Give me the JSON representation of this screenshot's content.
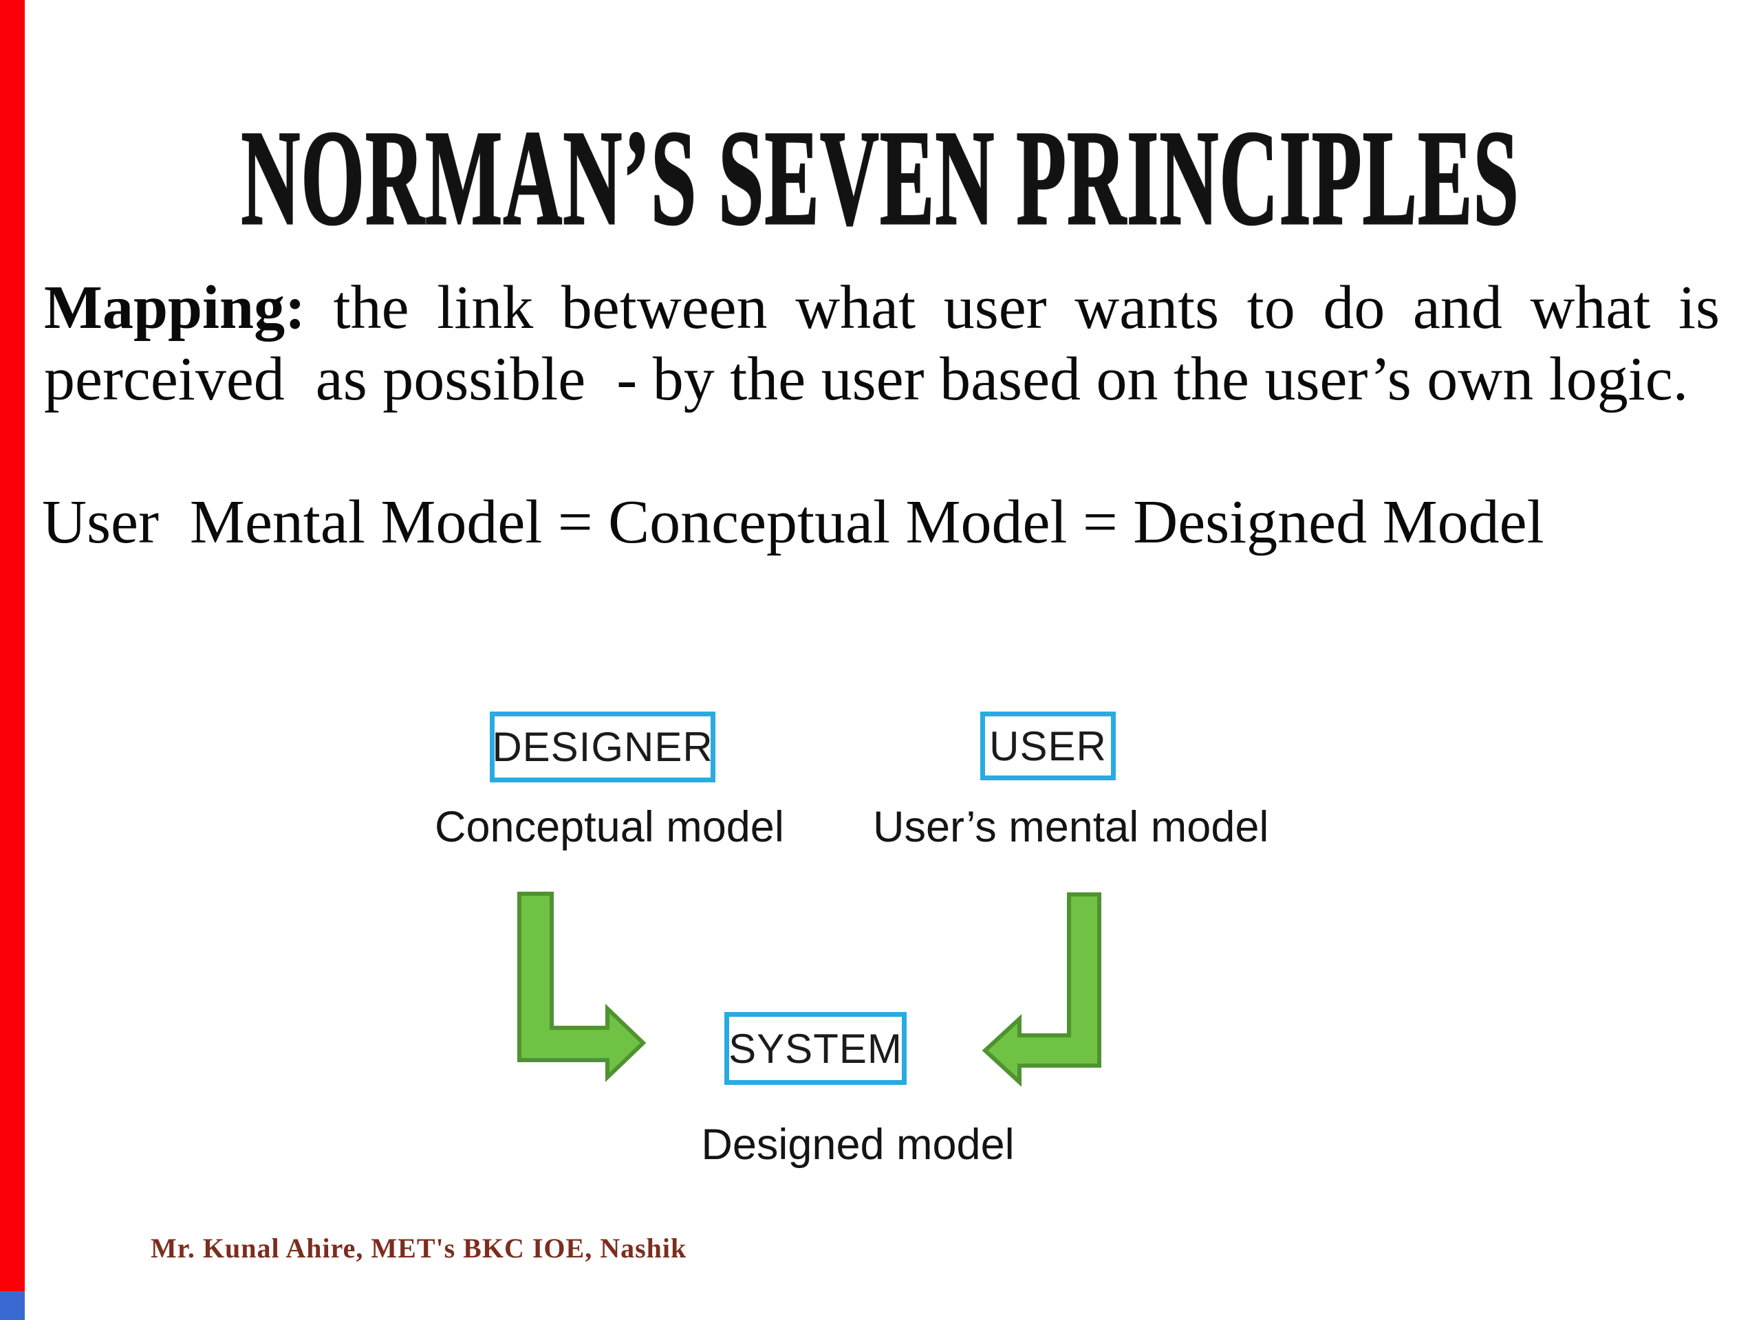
{
  "title": {
    "text": "NORMAN’S SEVEN PRINCIPLES"
  },
  "body": {
    "mapping_bold": "Mapping:",
    "mapping_rest": " the link between what user wants to do and what is",
    "mapping_line2": "perceived  as possible  - by the user based on the user’s own logic.",
    "equation": "User  Mental Model = Conceptual Model = Designed Model"
  },
  "diagram": {
    "designer": "DESIGNER",
    "user": "USER",
    "system": "SYSTEM",
    "designer_caption": "Conceptual model",
    "user_caption": "User’s mental model",
    "system_caption": "Designed model"
  },
  "footer": {
    "credit": "Mr. Kunal Ahire, MET's BKC IOE, Nashik"
  },
  "colors": {
    "box_border": "#29abe2",
    "arrow_fill": "#6fc243",
    "arrow_stroke": "#4f9331",
    "footer_text": "#7c2d1e",
    "left_bar_red": "#fb0006",
    "left_bar_blue": "#3a6ad1"
  }
}
